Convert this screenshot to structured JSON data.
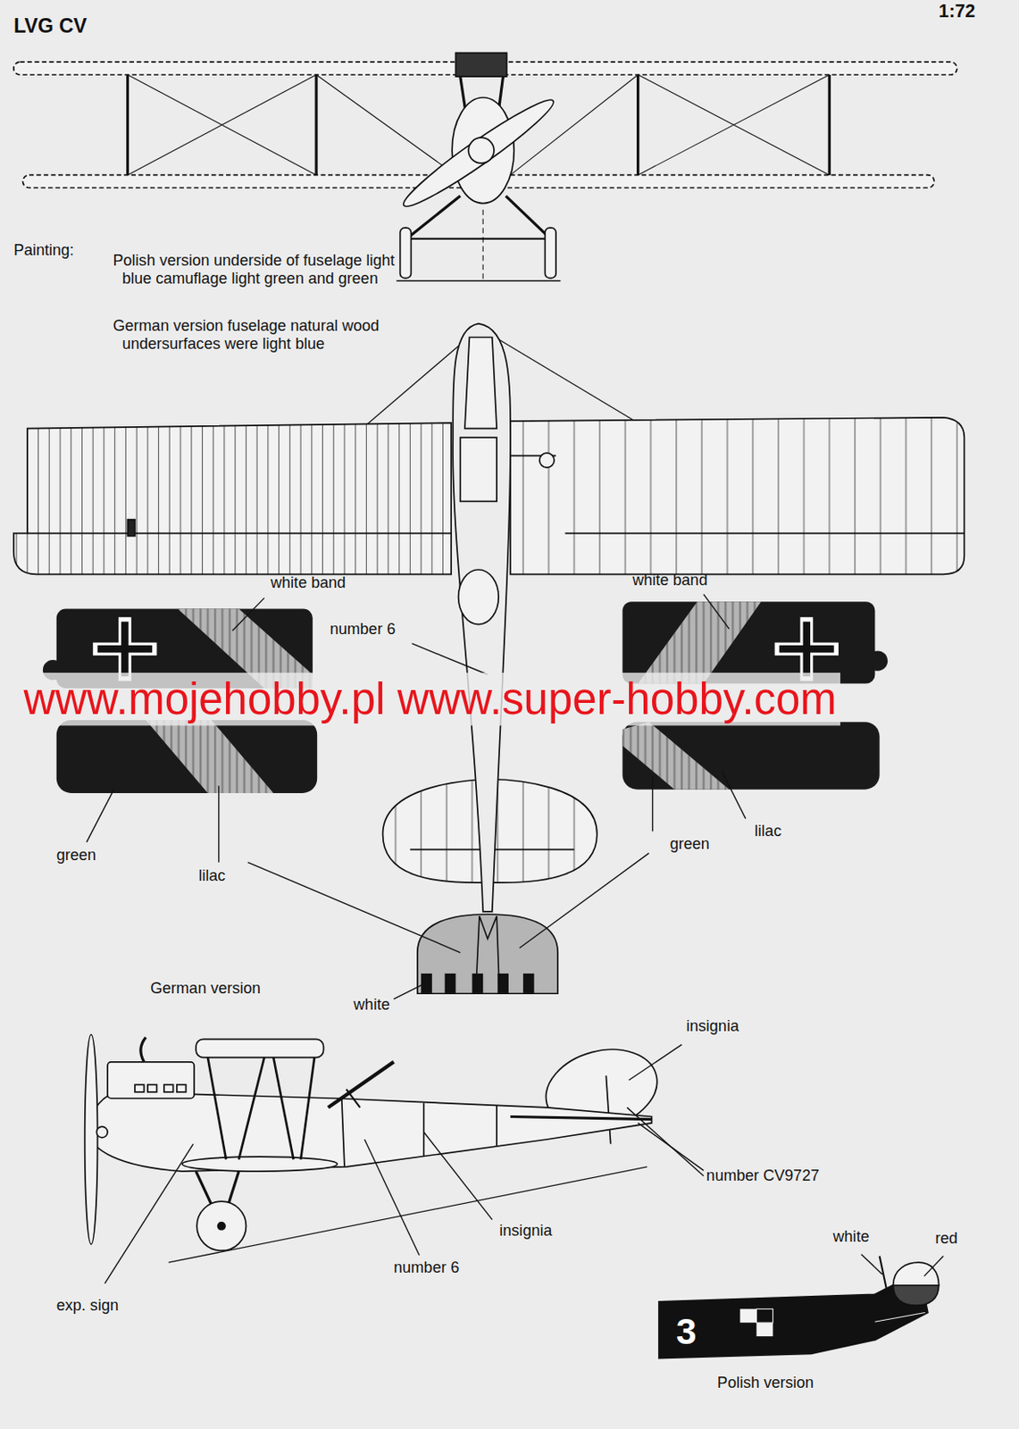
{
  "diagram": {
    "title": "LVG CV",
    "labels": [
      "1:72",
      "Painting:",
      "Polish version underside of fuselage light blue camuflage light green and green",
      "German version fuselage natural wood undersurfaces were light blue",
      "white band",
      "white band",
      "number 6",
      "www.mojehobby.pl www.super-hobby.com",
      "green",
      "lilac",
      "green",
      "lilac",
      "German version",
      "white",
      "insignia",
      "number CV9727",
      "insignia",
      "number 6",
      "exp. sign",
      "white",
      "red",
      "3",
      "Polish version"
    ]
  }
}
